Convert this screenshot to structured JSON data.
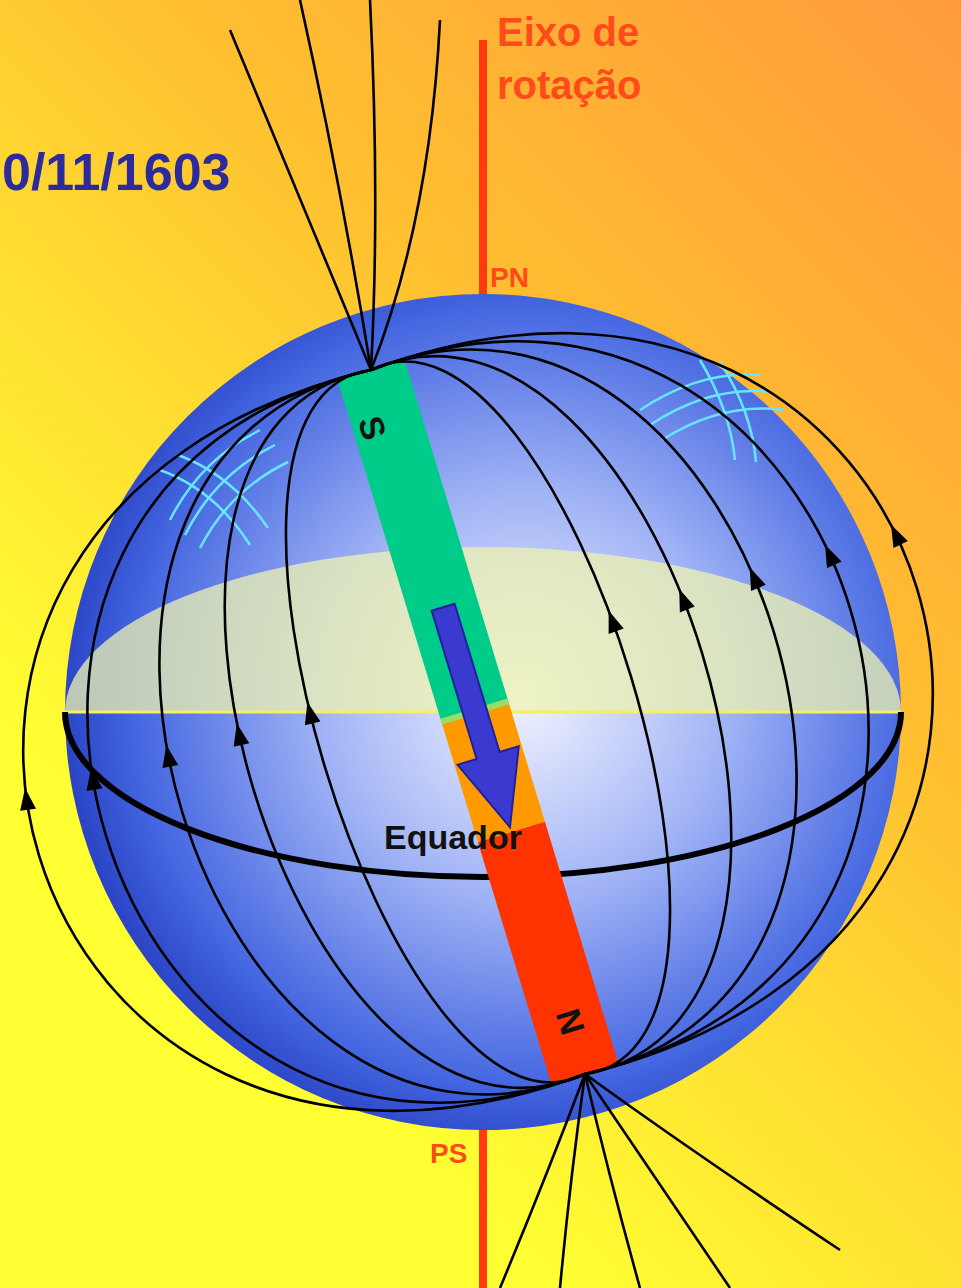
{
  "diagram": {
    "labels": [
      "0/11/1603",
      "Eixo de rotação",
      "PN",
      "S",
      "Equador",
      "N",
      "PS"
    ]
  }
}
